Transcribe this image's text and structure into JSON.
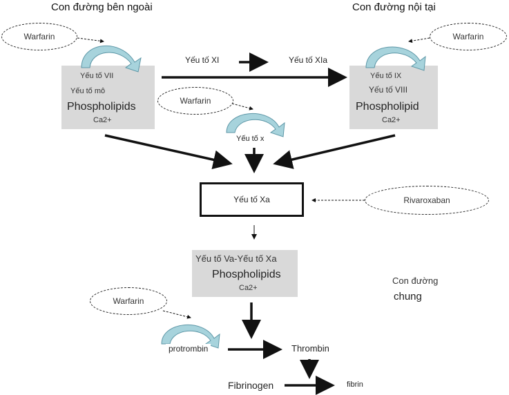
{
  "headings": {
    "extrinsic": "Con đường bên ngoài",
    "intrinsic": "Con đường nội tại",
    "common_line1": "Con đường",
    "common_line2": "chung"
  },
  "inhibitors": {
    "warfarin_extrinsic": "Warfarin",
    "warfarin_intrinsic": "Warfarin",
    "warfarin_factor_x": "Warfarin",
    "warfarin_prothrombin": "Warfarin",
    "rivaroxaban": "Rivaroxaban"
  },
  "extrinsic_box": {
    "factor_vii": "Yếu tố VII",
    "tissue_factor": "Yếu tố mô",
    "phospholipids": "Phospholipids",
    "calcium": "Ca2+"
  },
  "intrinsic_box": {
    "factor_ix": "Yếu tố IX",
    "factor_viii": "Yếu tố VIII",
    "phospholipid": "Phospholipid",
    "calcium": "Ca2+"
  },
  "factor_xi": "Yếu tố XI",
  "factor_xia": "Yếu tố XIa",
  "factor_x": "Yếu tố x",
  "factor_xa": "Yếu tố Xa",
  "prothrombinase_box": {
    "complex": "Yếu tố Va-Yếu tố Xa",
    "phospholipids": "Phospholipids",
    "calcium": "Ca2+"
  },
  "prothrombin": "protrombin",
  "thrombin": "Thrombin",
  "fibrinogen": "Fibrinogen",
  "fibrin": "fibrin",
  "colors": {
    "box_fill": "#d9d9d9",
    "arrow": "#111111",
    "curve_fill": "#a7d3dc",
    "curve_stroke": "#5c96a6"
  }
}
